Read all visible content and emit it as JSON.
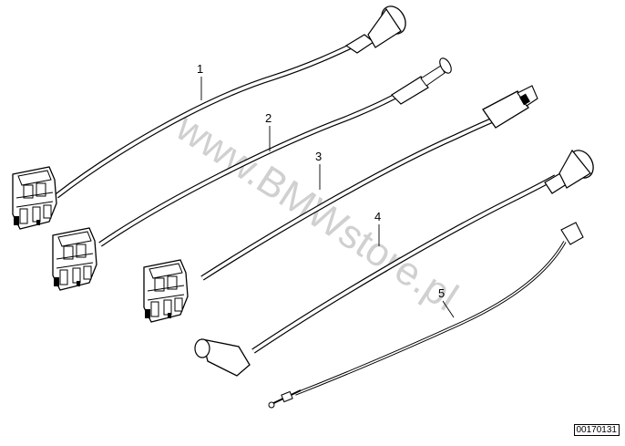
{
  "diagram": {
    "id": "00170131",
    "watermark": "www.BMWstore.pl",
    "callouts": [
      {
        "label": "1"
      },
      {
        "label": "2"
      },
      {
        "label": "3"
      },
      {
        "label": "4"
      },
      {
        "label": "5"
      }
    ]
  }
}
